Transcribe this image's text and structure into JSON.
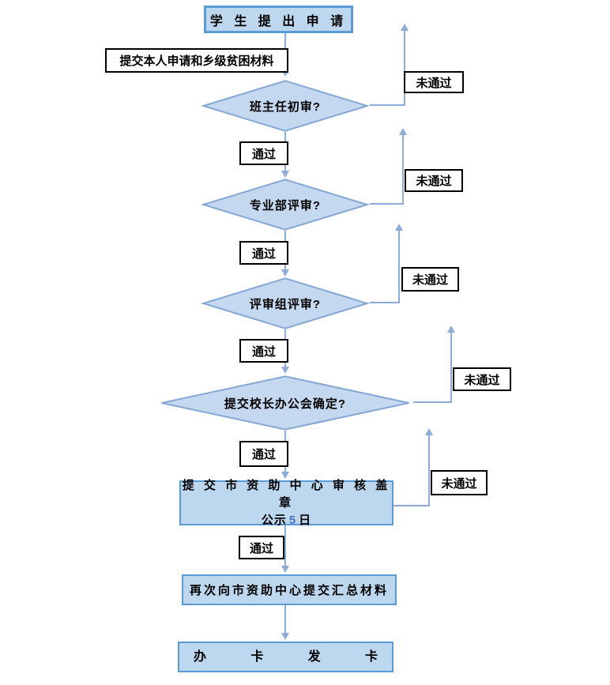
{
  "flow": {
    "start_label": "学 生 提 出 申 请",
    "note_label": "提交本人申请和乡级贫困材料",
    "decisions": [
      "班主任初审?",
      "专业部评审?",
      "评审组评审?",
      "提交校长办公会确定?"
    ],
    "pass": "通过",
    "fail": "未通过",
    "review_line1": "提 交 市 资 助 中 心 审 核 盖 章",
    "review_line2_prefix": "公示",
    "review_line2_num": "5",
    "review_line2_suffix": "日",
    "resubmit_label": "再次向市资助中心提交汇总材料",
    "end_label": "办 卡 发 卡"
  },
  "colors": {
    "node_fill": "#BDD7EE",
    "node_border": "#5B9BD5",
    "diamond_fill": "#C4D8EF",
    "diamond_border": "#84A7D4",
    "connector": "#8FAADC",
    "highlight_number": "#4472C4"
  }
}
